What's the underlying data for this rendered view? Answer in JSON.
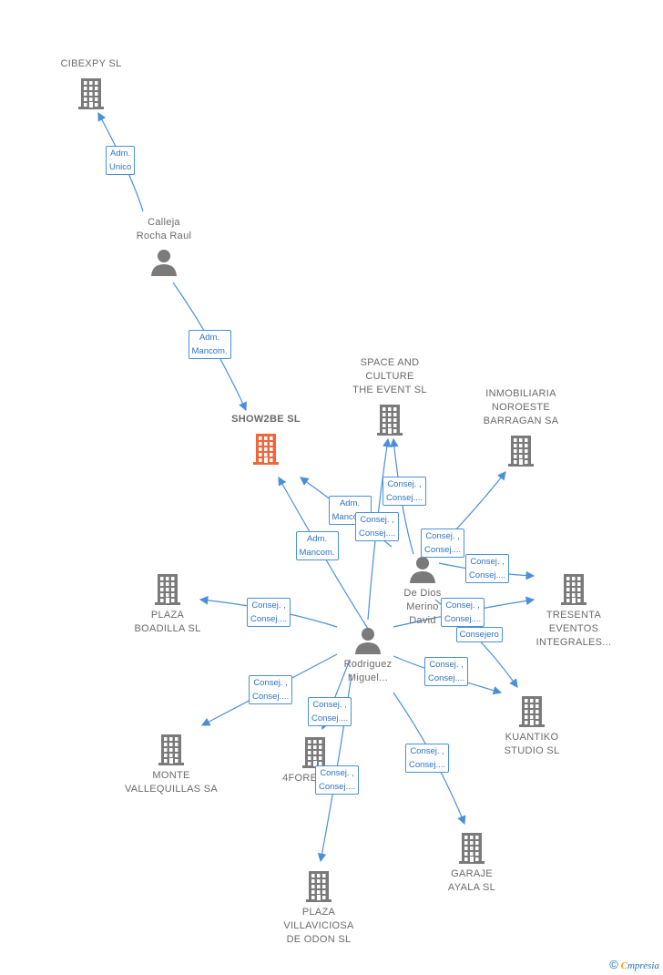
{
  "colors": {
    "edge": "#4a90d9",
    "building": "#7a7a7a",
    "focus": "#f0663a",
    "person": "#7a7a7a",
    "label": "#6a6a6a"
  },
  "nodes": [
    {
      "id": "cibexpy",
      "label": [
        "CIBEXPY  SL"
      ],
      "kind": "company"
    },
    {
      "id": "calleja",
      "label": [
        "Calleja",
        "Rocha Raul"
      ],
      "kind": "person"
    },
    {
      "id": "show2be",
      "label": [
        "SHOW2BE  SL"
      ],
      "kind": "focus"
    },
    {
      "id": "space",
      "label": [
        "SPACE AND",
        "CULTURE",
        "THE EVENT SL"
      ],
      "kind": "company"
    },
    {
      "id": "inmobiliaria",
      "label": [
        "INMOBILIARIA",
        "NOROESTE",
        "BARRAGAN SA"
      ],
      "kind": "company"
    },
    {
      "id": "dedios",
      "label": [
        "De Dios",
        "Merino",
        "David"
      ],
      "kind": "person"
    },
    {
      "id": "tresenta",
      "label": [
        "TRESENTA",
        "EVENTOS",
        "INTEGRALES..."
      ],
      "kind": "company"
    },
    {
      "id": "boadilla",
      "label": [
        "PLAZA",
        "BOADILLA SL"
      ],
      "kind": "company"
    },
    {
      "id": "rodriguez",
      "label": [
        "Rodriguez",
        "Miguel..."
      ],
      "kind": "person"
    },
    {
      "id": "kuantiko",
      "label": [
        "KUANTIKO",
        "STUDIO  SL"
      ],
      "kind": "company"
    },
    {
      "id": "monte",
      "label": [
        "MONTE",
        "VALLEQUILLAS SA"
      ],
      "kind": "company"
    },
    {
      "id": "forever",
      "label": [
        "4FOREVER..."
      ],
      "kind": "company"
    },
    {
      "id": "garaje",
      "label": [
        "GARAJE",
        "AYALA SL"
      ],
      "kind": "company"
    },
    {
      "id": "villaviciosa",
      "label": [
        "PLAZA",
        "VILLAVICIOSA",
        "DE ODON SL"
      ],
      "kind": "company"
    }
  ],
  "edges": [
    {
      "from": "calleja",
      "to": "cibexpy",
      "label": [
        "Adm.",
        "Unico"
      ]
    },
    {
      "from": "calleja",
      "to": "show2be",
      "label": [
        "Adm.",
        "Mancom."
      ]
    },
    {
      "from": "dedios",
      "to": "show2be",
      "label": [
        "Adm.",
        "Mancom."
      ]
    },
    {
      "from": "rodriguez",
      "to": "show2be",
      "label": [
        "Adm.",
        "Mancom."
      ]
    },
    {
      "from": "dedios",
      "to": "space",
      "label": [
        "Consej. ,",
        "Consej...."
      ]
    },
    {
      "from": "rodriguez",
      "to": "space",
      "label": [
        "Consej. ,",
        "Consej...."
      ]
    },
    {
      "from": "dedios",
      "to": "inmobiliaria",
      "label": [
        "Consej. ,",
        "Consej...."
      ]
    },
    {
      "from": "dedios",
      "to": "tresenta",
      "label": [
        "Consej. ,",
        "Consej...."
      ]
    },
    {
      "from": "rodriguez",
      "to": "tresenta",
      "label": [
        "Consej. ,",
        "Consej...."
      ]
    },
    {
      "from": "dedios",
      "to": "kuantiko",
      "label": [
        "Consejero"
      ]
    },
    {
      "from": "rodriguez",
      "to": "kuantiko",
      "label": [
        "Consej. ,",
        "Consej...."
      ]
    },
    {
      "from": "rodriguez",
      "to": "boadilla",
      "label": [
        "Consej. ,",
        "Consej...."
      ]
    },
    {
      "from": "rodriguez",
      "to": "monte",
      "label": [
        "Consej. ,",
        "Consej...."
      ]
    },
    {
      "from": "rodriguez",
      "to": "forever",
      "label": [
        "Consej. ,",
        "Consej...."
      ]
    },
    {
      "from": "rodriguez",
      "to": "villaviciosa",
      "label": [
        "Consej. ,",
        "Consej...."
      ]
    },
    {
      "from": "rodriguez",
      "to": "garaje",
      "label": [
        "Consej. ,",
        "Consej...."
      ]
    }
  ],
  "brand": {
    "copyright": "©",
    "name_first": "C",
    "name_rest": "mpresia"
  }
}
